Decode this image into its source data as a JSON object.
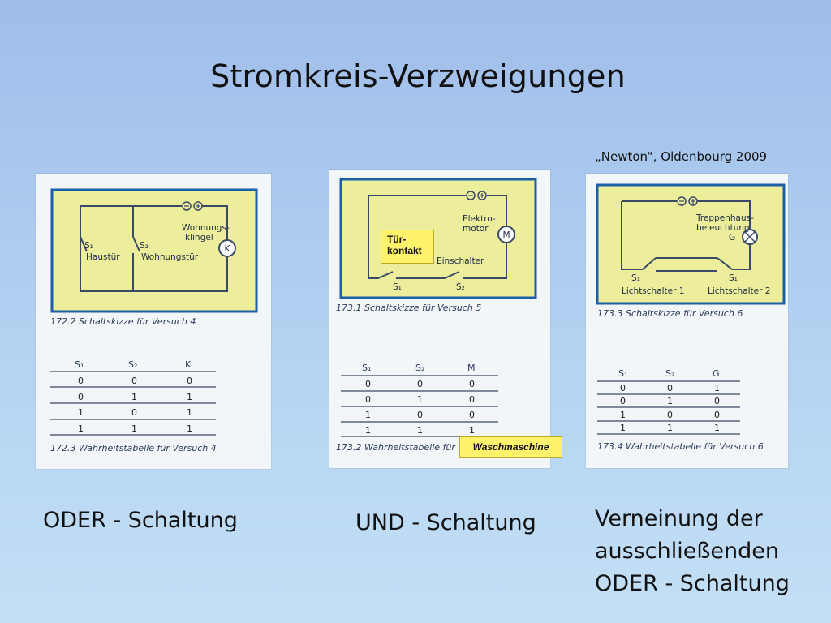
{
  "slide": {
    "title": "Stromkreis-Verzweigungen",
    "attribution": "„Newton“, Oldenbourg 2009"
  },
  "panel_oder": {
    "circuit": {
      "plus_minus": "⊖⊕",
      "s1": "S₁",
      "s1_name": "Haustür",
      "s2": "S₂",
      "s2_name": "Wohnungstür",
      "device_line1": "Wohnungs-",
      "device_line2": "klingel",
      "device_symbol": "K"
    },
    "circuit_caption": "172.2 Schaltskizze für Versuch 4",
    "table": {
      "headers": [
        "S₁",
        "S₂",
        "K"
      ],
      "rows": [
        [
          "0",
          "0",
          "0"
        ],
        [
          "0",
          "1",
          "1"
        ],
        [
          "1",
          "0",
          "1"
        ],
        [
          "1",
          "1",
          "1"
        ]
      ]
    },
    "table_caption": "172.3 Wahrheitstabelle für Versuch 4"
  },
  "panel_und": {
    "circuit": {
      "plus_minus": "⊖⊕",
      "motor_line1": "Elektro-",
      "motor_line2": "motor",
      "device_symbol": "M",
      "switch_label": "Einschalter",
      "s1": "S₁",
      "s2": "S₂"
    },
    "sticky_door_line1": "Tür-",
    "sticky_door_line2": "kontakt",
    "circuit_caption": "173.1 Schaltskizze für Versuch 5",
    "table": {
      "headers": [
        "S₁",
        "S₂",
        "M"
      ],
      "rows": [
        [
          "0",
          "0",
          "0"
        ],
        [
          "0",
          "1",
          "0"
        ],
        [
          "1",
          "0",
          "0"
        ],
        [
          "1",
          "1",
          "1"
        ]
      ]
    },
    "table_caption": "173.2 Wahrheitstabelle für",
    "sticky_machine": "Waschmaschine"
  },
  "panel_xnor": {
    "circuit": {
      "plus_minus": "⊖⊕",
      "lamp_line1": "Treppenhaus-",
      "lamp_line2": "beleuchtung",
      "device_symbol": "G",
      "s1_left": "S₁",
      "s1_right": "S₁",
      "switch1": "Lichtschalter 1",
      "switch2": "Lichtschalter 2"
    },
    "circuit_caption": "173.3 Schaltskizze für Versuch 6",
    "table": {
      "headers": [
        "S₁",
        "S₂",
        "G"
      ],
      "rows": [
        [
          "0",
          "0",
          "1"
        ],
        [
          "0",
          "1",
          "0"
        ],
        [
          "1",
          "0",
          "0"
        ],
        [
          "1",
          "1",
          "1"
        ]
      ]
    },
    "table_caption": "173.4 Wahrheitstabelle für Versuch 6"
  },
  "labels": {
    "oder": "ODER - Schaltung",
    "und": "UND - Schaltung",
    "xnor_line1": "Verneinung der",
    "xnor_line2": "ausschließenden",
    "xnor_line3": "ODER - Schaltung"
  },
  "colors": {
    "circuit_fill": "#ecee9c",
    "circuit_border": "#1c5fa8",
    "wire": "#3a4a66"
  }
}
